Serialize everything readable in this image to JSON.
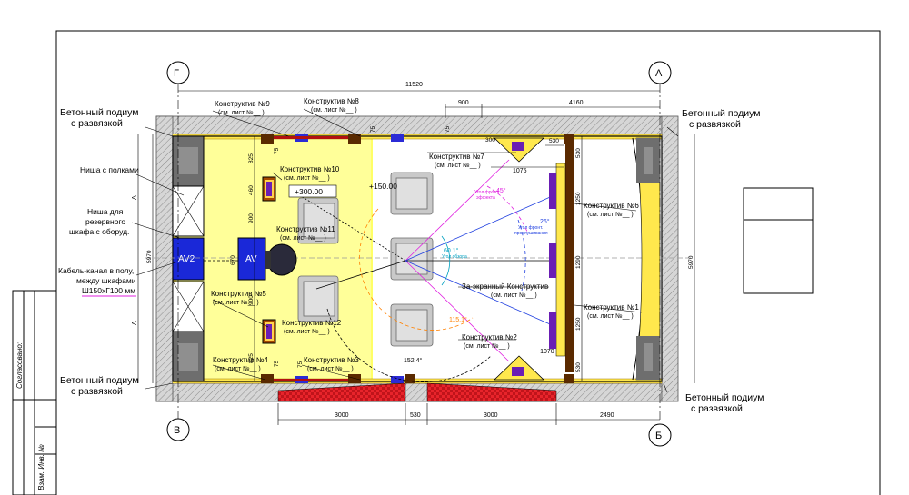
{
  "axes": {
    "G": "Г",
    "A": "А",
    "V": "В",
    "B": "Б"
  },
  "dimensions": {
    "total_width": "11520",
    "d900": "900",
    "d4160": "4160",
    "d300": "300",
    "d530a": "530",
    "d1075": "1075",
    "d5970_left": "5970",
    "d5970_right": "5970",
    "dA_top": "А",
    "dA_bottom": "А",
    "d825_top": "825",
    "d75_top": "75",
    "d460": "460",
    "d900_mid": "900",
    "d670": "670",
    "d900_low": "900",
    "d825_bot": "825",
    "d75_bot": "75",
    "d75_mid": "75",
    "d75_right": "75",
    "d530_r1": "530",
    "d1250_a": "1250",
    "d1290": "1290",
    "d1250_b": "1250",
    "d530_r2": "530",
    "d1070": "~1070",
    "b3000_a": "3000",
    "b530": "530",
    "b3000_b": "3000",
    "b2490": "2490",
    "d75_b": "75"
  },
  "labels": {
    "podium_tl_1": "Бетонный подиум",
    "podium_tl_2": "с развязкой",
    "podium_tr_1": "Бетонный подиум",
    "podium_tr_2": "с развязкой",
    "podium_bl_1": "Бетонный подиум",
    "podium_bl_2": "с развязкой",
    "podium_br_1": "Бетонный подиум",
    "podium_br_2": "с развязкой",
    "niche_shelves": "Ниша с полками",
    "niche_reserve_1": "Ниша для",
    "niche_reserve_2": "резервного",
    "niche_reserve_3": "шкафа с оборуд.",
    "cable_1": "Кабель-канал в полу,",
    "cable_2": "между шкафами",
    "cable_3": "Ш150хГ100 мм",
    "av2": "AV2",
    "av1": "AV",
    "level_300": "+300.00",
    "level_150": "+150.00",
    "k9": "Конструктив №9",
    "k9s": "(см. лист №__ )",
    "k8": "Конструктив №8",
    "k8s": "(см. лист №__ )",
    "k10": "Конструктив №10",
    "k10s": "(см. лист №__ )",
    "k11": "Конструктив №11",
    "k11s": "(см. лист №__ )",
    "k5": "Конструктив №5",
    "k5s": "(см. лист №__ )",
    "k12": "Конструктив №12",
    "k12s": "(см. лист №__ )",
    "k4": "Конструктив №4",
    "k4s": "(см. лист №__ )",
    "k3": "Конструктив №3",
    "k3s": "(см. лист №__ )",
    "k7": "Конструктив №7",
    "k7s": "(см. лист №__ )",
    "k6": "Конструктив №6",
    "k6s": "(см. лист №__ )",
    "k1": "Конструктив №1",
    "k1s": "(см. лист №__ )",
    "k2": "Конструктив №2",
    "k2s": "(см. лист №__ )",
    "kscreen": "За-экранный Конструктив",
    "kscreens": "(см. лист №__ )",
    "angle_45": "45°",
    "angle_26": "26°",
    "angle_60": "60.1°",
    "angle_115": "115.1°",
    "angle_152": "152.4°",
    "ann_effect_1": "Угол фронт.",
    "ann_effect_2": "эффекта",
    "ann_prosl_1": "Угол фронт.",
    "ann_prosl_2": "прослушивания",
    "ann_view": "Угол обзора"
  },
  "sheet": {
    "agreed": "Согласовано:",
    "inv": "Взам. Инв. №"
  }
}
